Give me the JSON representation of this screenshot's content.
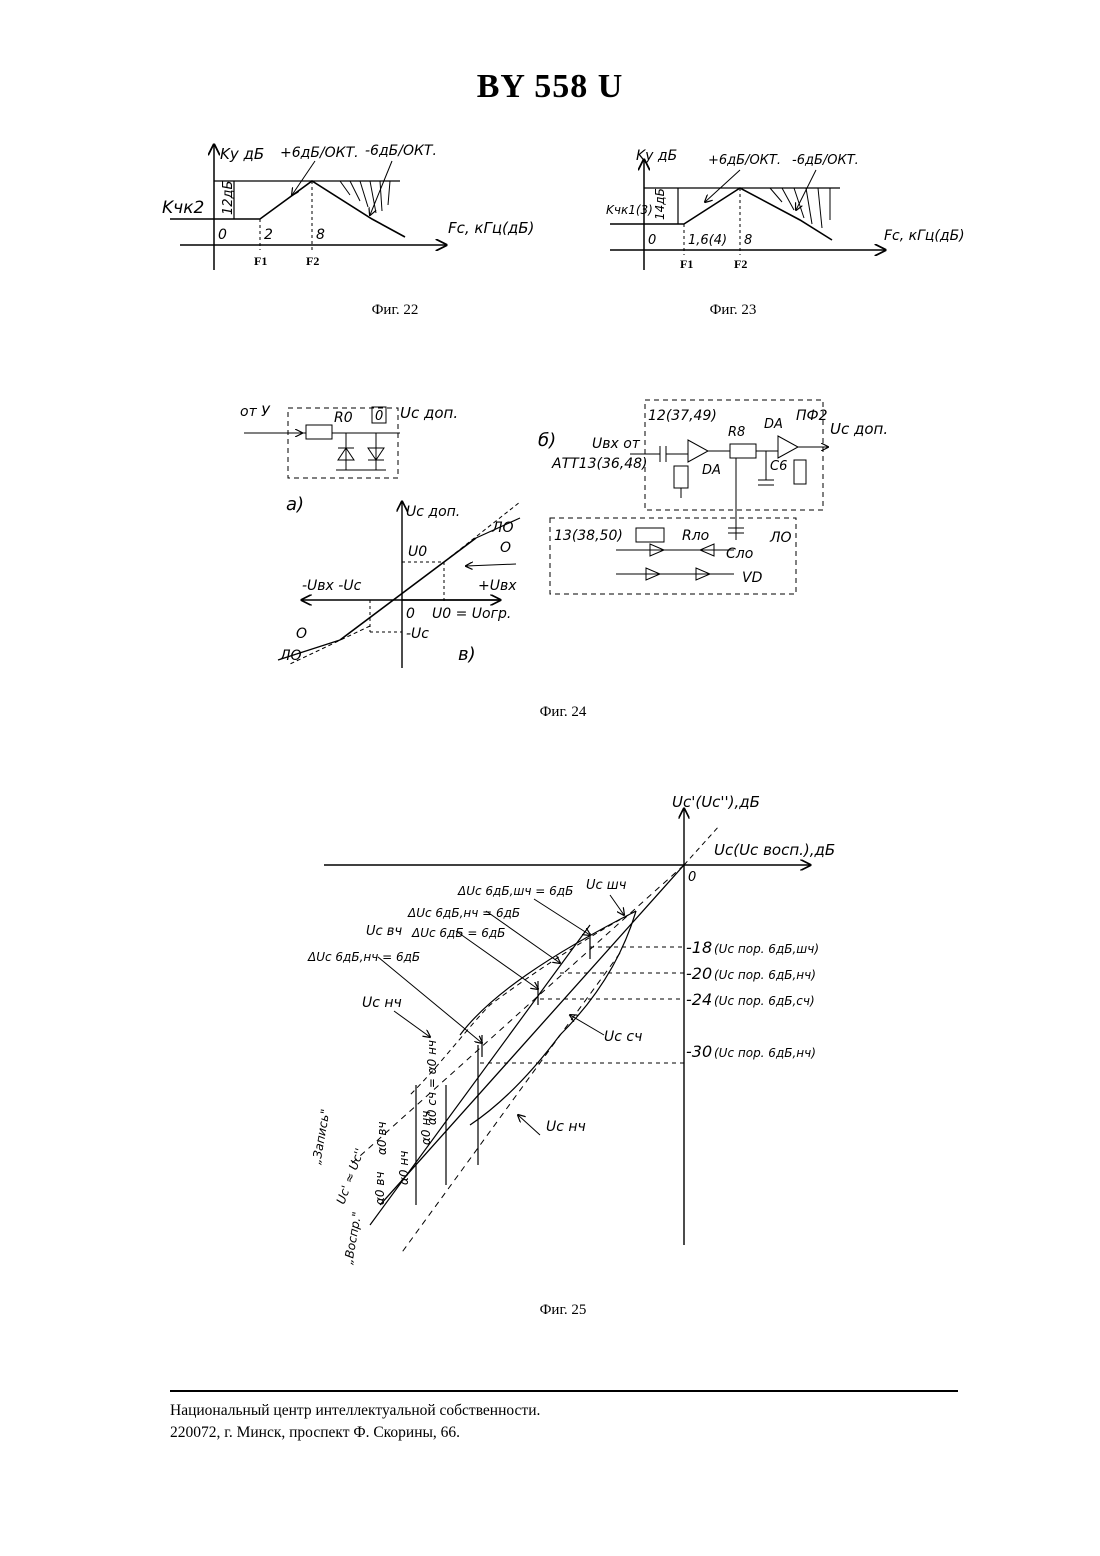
{
  "header": {
    "doc_id": "BY 558 U"
  },
  "figures": {
    "fig22": {
      "caption": "Фиг. 22",
      "y_axis": "Kу дБ",
      "slope_up": "+6дБ/ОКТ.",
      "slope_down": "-6дБ/ОКТ.",
      "level_label": "Kчк2",
      "gain_label": "12дБ",
      "x_axis": "Fс, кГц(дБ)",
      "ticks": [
        "0",
        "2",
        "8"
      ],
      "f_labels": [
        "F1",
        "F2"
      ]
    },
    "fig23": {
      "caption": "Фиг. 23",
      "y_axis": "Kу дБ",
      "slope_up": "+6дБ/ОКТ.",
      "slope_down": "-6дБ/ОКТ.",
      "level_label": "Kчк1(3)",
      "gain_label": "14дБ",
      "x_axis": "Fс, кГц(дБ)",
      "ticks": [
        "0",
        "1,6(4)",
        "8"
      ],
      "f_labels": [
        "F1",
        "F2"
      ]
    },
    "fig24": {
      "caption": "Фиг. 24",
      "a_in": "от У",
      "a_r": "R0",
      "a_o": "0",
      "a_out": "Uc доп.",
      "a_label": "а)",
      "b_label": "б)",
      "b_in1": "Uвх от",
      "b_in2": "АТТ13(36,48)",
      "b_block": "12(37,49)",
      "b_r8": "R8",
      "b_da": "DA",
      "b_da2": "DA",
      "b_pf2": "ПФ2",
      "b_c6": "C6",
      "b_out": "Uc доп.",
      "b_block2": "13(38,50)",
      "b_rlo": "Rло",
      "b_clo": "Cло",
      "b_lo": "ЛО",
      "b_vd": "VD",
      "v_y": "Uc доп.",
      "v_lo1": "ЛО",
      "v_o1": "О",
      "v_u0": "U0",
      "v_left": "-Uвх -Uc",
      "v_right": "+Uвх",
      "v_zero": "0",
      "v_u0r": "U0 = Uогр.",
      "v_minus": "-Uc",
      "v_o2": "О",
      "v_lo2": "ЛО",
      "v_label": "в)"
    },
    "fig25": {
      "caption": "Фиг. 25",
      "y_axis": "Uc'(Uc''),дБ",
      "x_axis": "Uc(Uc восп.),дБ",
      "zero": "0",
      "levels": [
        {
          "value": "-18",
          "label": "(Uc пор. 6дБ,шч)"
        },
        {
          "value": "-20",
          "label": "(Uc пор. 6дБ,нч)"
        },
        {
          "value": "-24",
          "label": "(Uc пор. 6дБ,сч)"
        },
        {
          "value": "-30",
          "label": "(Uc пор. 6дБ,нч)"
        }
      ],
      "ann": {
        "d_shch": "ΔUc 6дБ,шч = 6дБ",
        "u_shch": "Uc шч",
        "d_nch1": "ΔUc 6дБ,нч = 6дБ",
        "u_vch": "Uc вч",
        "d_6db": "ΔUc 6дБ = 6дБ",
        "d_nch2": "ΔUc 6дБ,нч = 6дБ",
        "u_nch": "Uc нч",
        "u_sch": "Uc сч",
        "u_nch2": "Uc нч",
        "zapis": "„Запись\"",
        "vospr": "„Воспр.\"",
        "uc_eq": "Uc' ≈ Uc''",
        "a_vch1": "α0 вч",
        "a_nch1": "α0 нч",
        "a_sch": "α0 сч = α0 нч",
        "a_nch2": "α0 нч",
        "a_vch2": "α0 вч"
      }
    }
  },
  "footer": {
    "line1": "Национальный центр интеллектуальной собственности.",
    "line2": "220072, г. Минск, проспект Ф. Скорины, 66."
  }
}
